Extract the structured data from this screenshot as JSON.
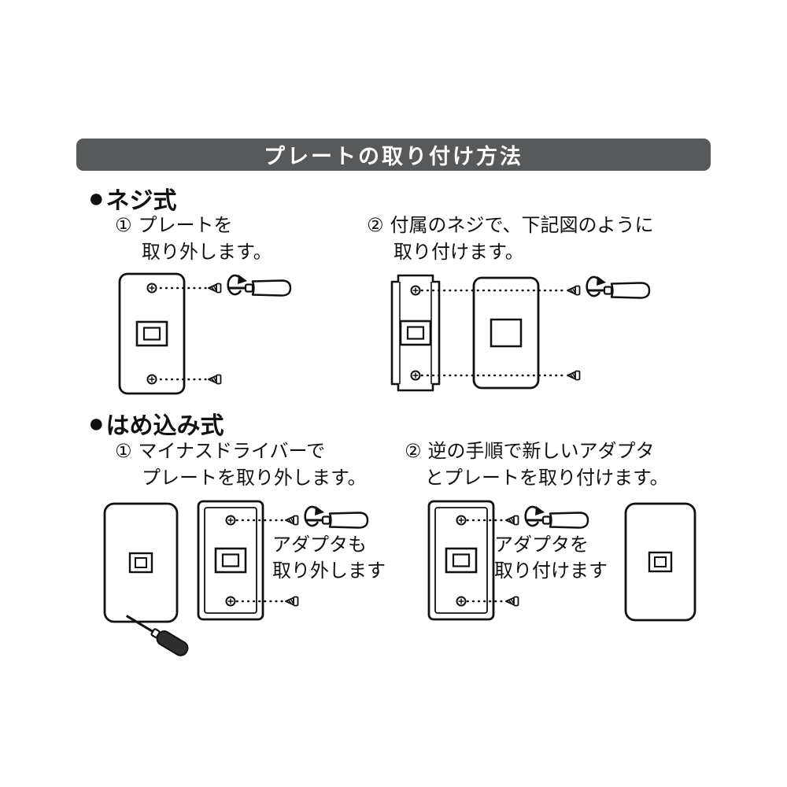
{
  "title": "プレートの取り付け方法",
  "sections": {
    "screw": {
      "bullet": "●",
      "heading": "ネジ式",
      "step1": {
        "num": "①",
        "line1": "プレートを",
        "line2": "取り外します。"
      },
      "step2": {
        "num": "②",
        "line1": "付属のネジで、下記図のように",
        "line2": "取り付けます。"
      }
    },
    "snap": {
      "bullet": "●",
      "heading": "はめ込み式",
      "step1": {
        "num": "①",
        "line1": "マイナスドライバーで",
        "line2": "プレートを取り外します。"
      },
      "step2": {
        "num": "②",
        "line1": "逆の手順で新しいアダプタ",
        "line2": "とプレートを取り付けます。"
      },
      "labels": {
        "remove_adapter_line1": "アダプタも",
        "remove_adapter_line2": "取り外します",
        "attach_adapter_line1": "アダプタを",
        "attach_adapter_line2": "取り付けます"
      }
    }
  },
  "colors": {
    "title_bar_bg": "#58595b",
    "title_text": "#ffffff",
    "line_color": "#111111",
    "background": "#ffffff"
  }
}
